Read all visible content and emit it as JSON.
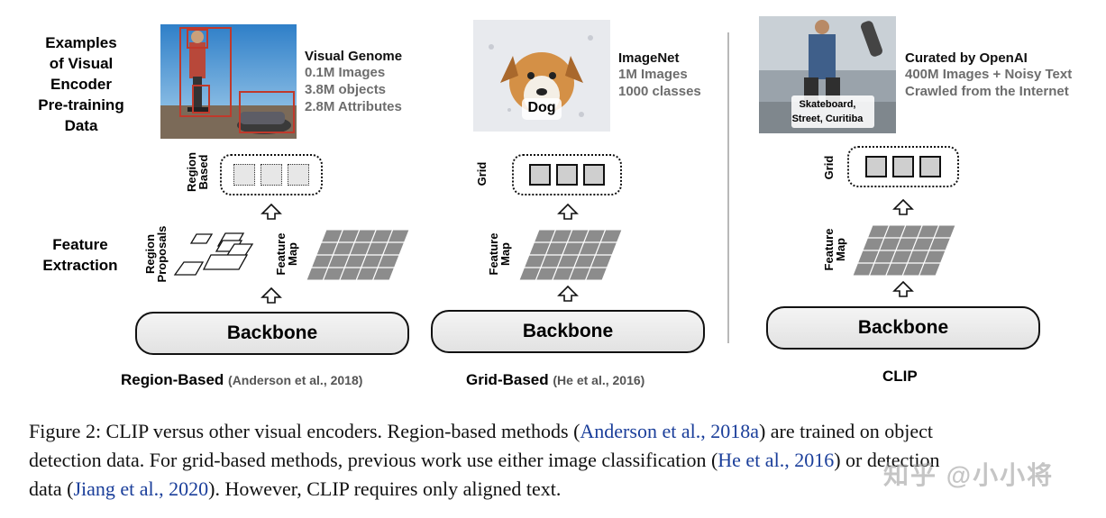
{
  "rows": {
    "examples_label": [
      "Examples",
      "of Visual",
      "Encoder",
      "Pre-training",
      "Data"
    ],
    "feature_label": [
      "Feature",
      "Extraction"
    ]
  },
  "region": {
    "dataset_title": "Visual Genome",
    "stats": [
      "0.1M Images",
      "3.8M objects",
      "2.8M Attributes"
    ],
    "tokens_label": [
      "Region",
      "Based"
    ],
    "proposals_label": [
      "Region",
      "Proposals"
    ],
    "feature_map_label": [
      "Feature",
      "Map"
    ],
    "backbone": "Backbone",
    "method": "Region-Based",
    "citation": "(Anderson et al., 2018)"
  },
  "grid": {
    "dataset_title": "ImageNet",
    "stats": [
      "1M Images",
      "1000 classes"
    ],
    "photo_label": "Dog",
    "tokens_label": "Grid",
    "feature_map_label": [
      "Feature",
      "Map"
    ],
    "backbone": "Backbone",
    "method": "Grid-Based",
    "citation": "(He et al., 2016)"
  },
  "clip": {
    "dataset_title": "Curated by OpenAI",
    "stats": [
      "400M Images + Noisy Text",
      "Crawled from the Internet"
    ],
    "photo_label": [
      "Skateboard,",
      "Street, Curitiba"
    ],
    "tokens_label": "Grid",
    "feature_map_label": [
      "Feature",
      "Map"
    ],
    "backbone": "Backbone",
    "method": "CLIP"
  },
  "caption": {
    "line1_a": "Figure 2: CLIP versus other visual encoders. Region-based methods (",
    "line1_link": "Anderson et al., 2018a",
    "line1_b": ") are trained on object",
    "line2_a": "detection data. For grid-based methods, previous work use either image classification (",
    "line2_link": "He et al., 2016",
    "line2_b": ") or detection",
    "line3_a": "data (",
    "line3_link": "Jiang et al., 2020",
    "line3_b": "). However, CLIP requires only aligned text."
  },
  "watermark": "知乎 @小小将",
  "colors": {
    "feature_map_fill": "#8c8c8c",
    "token_fill": "#cfcfcf",
    "link": "#1a3e9a",
    "bbox_red": "#c0392b"
  }
}
